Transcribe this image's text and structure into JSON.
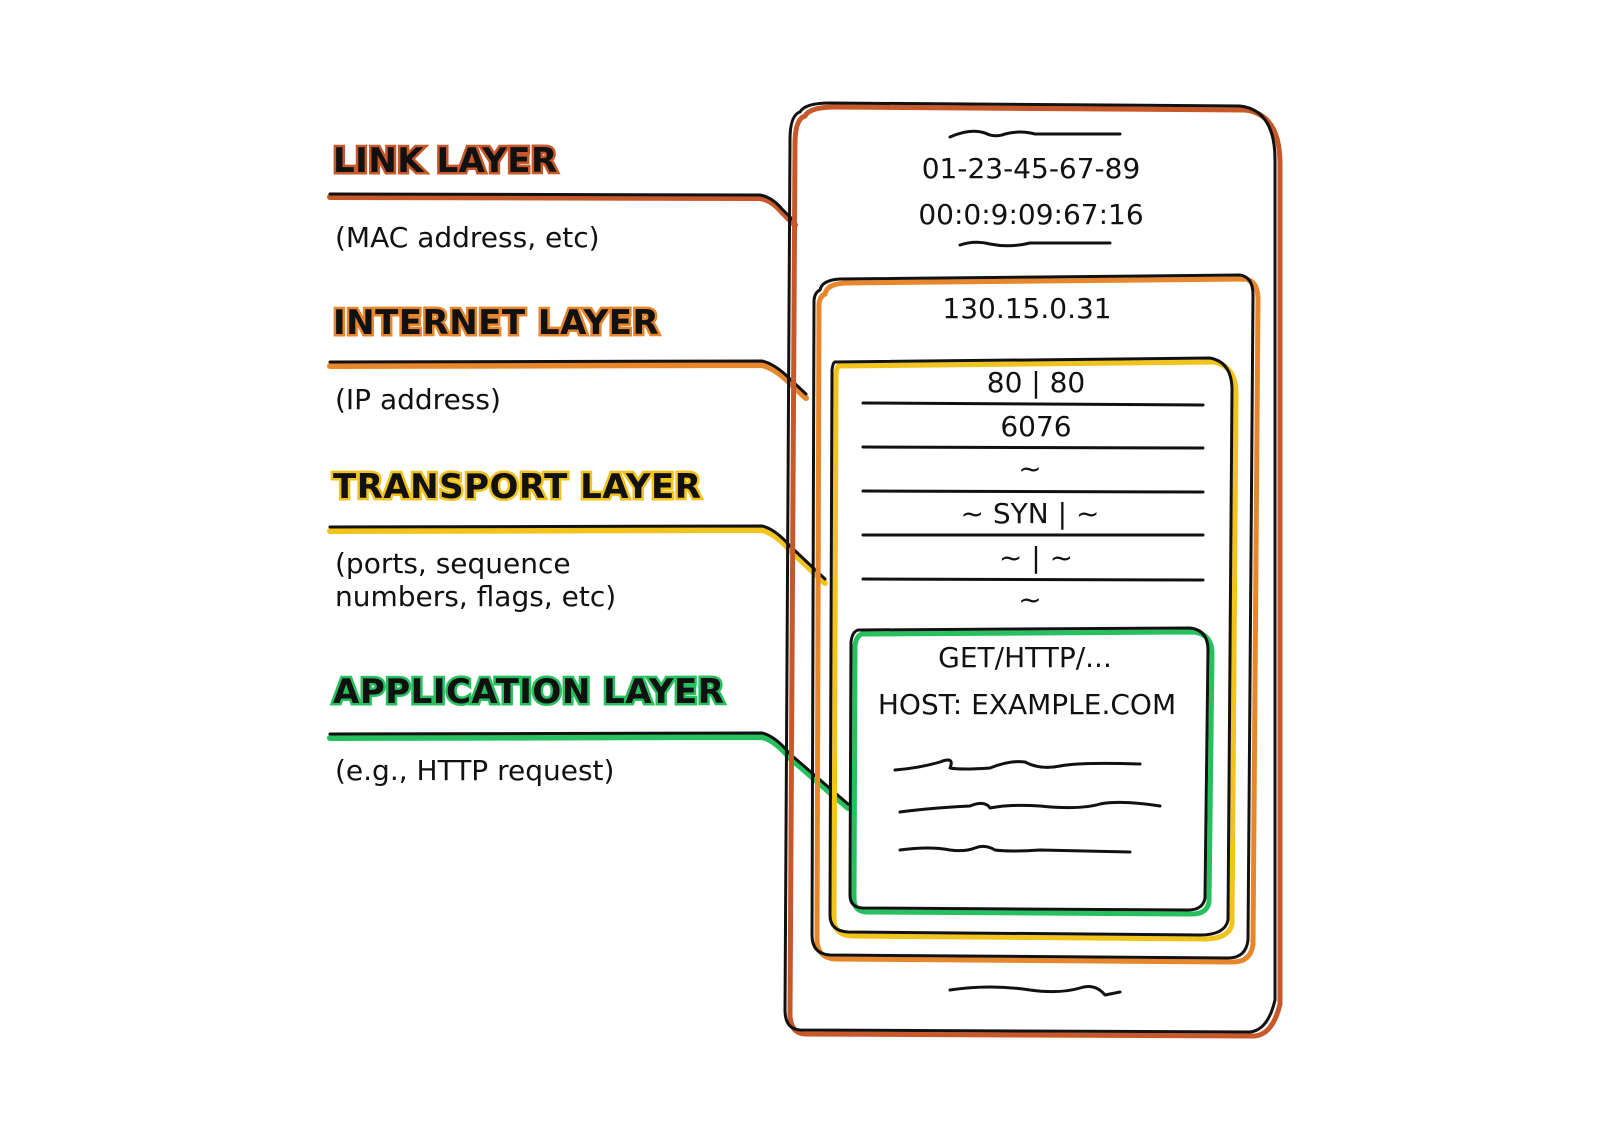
{
  "colors": {
    "link": "#c8582a",
    "internet": "#e8862c",
    "transport": "#f2c31b",
    "application": "#27c05e",
    "ink": "#111111"
  },
  "layers": [
    {
      "title": "LINK LAYER",
      "desc": [
        "(MAC address, etc)"
      ]
    },
    {
      "title": "INTERNET LAYER",
      "desc": [
        "(IP address)"
      ]
    },
    {
      "title": "TRANSPORT LAYER",
      "desc": [
        "(ports, sequence",
        "numbers, flags, etc)"
      ]
    },
    {
      "title": "APPLICATION LAYER",
      "desc": [
        "(e.g., HTTP request)"
      ]
    }
  ],
  "packet": {
    "link": {
      "mac_dst": "01-23-45-67-89",
      "mac_src": "00:0:9:09:67:16"
    },
    "internet": {
      "ip": "130.15.0.31"
    },
    "transport": {
      "rows": [
        "80 | 80",
        "6076",
        "~",
        "~ SYN | ~",
        "~ | ~",
        "~"
      ]
    },
    "application": {
      "lines": [
        "GET/HTTP/...",
        "HOST: EXAMPLE.COM"
      ]
    }
  }
}
